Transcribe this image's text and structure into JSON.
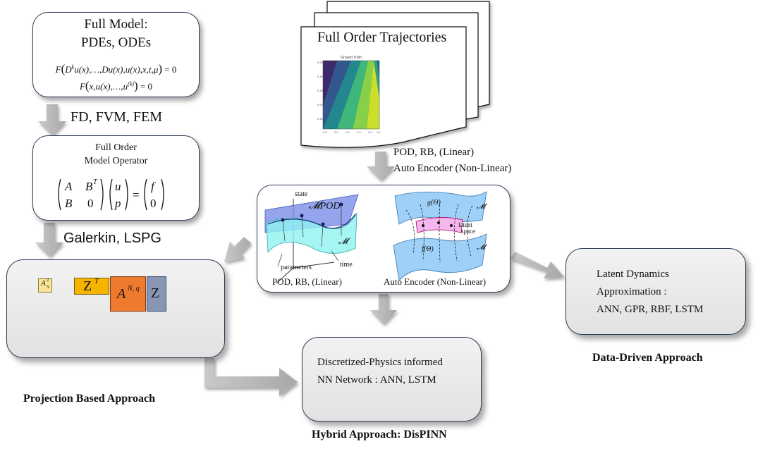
{
  "full_model": {
    "title": "Full Model:",
    "subtitle": "PDEs, ODEs",
    "eq1": "F ( D^k u(x),…, Du(x), u(x), x, t, μ ) = 0",
    "eq2": "F ( x, u(x),…, u^(k) ) = 0"
  },
  "arrow_labels": {
    "discretize": "FD, FVM, FEM",
    "projection": "Galerkin,  LSPG",
    "reduction_1": "POD, RB, (Linear)",
    "reduction_2": "Auto Encoder (Non-Linear)"
  },
  "fom_operator": {
    "title_1": "Full Order",
    "title_2": "Model Operator",
    "matrix": "[A  B^T; B  0] [u; p] = [f; 0]"
  },
  "trajectories": {
    "title": "Full Order Trajectories",
    "plot_title": "Ground Truth"
  },
  "manifold_panel": {
    "state": "state",
    "m_pod": "𝓜POD",
    "m": "𝓜",
    "parameters": "parameters",
    "time": "time",
    "left_caption": "POD, RB, (Linear)",
    "g_theta": "g(Θ)",
    "latent_space": "latent space",
    "f_theta": "f(Θ)",
    "right_caption": "Auto Encoder (Non-Linear)"
  },
  "projection_box": {
    "a_small": "A",
    "zt": "Z",
    "a_big": "A",
    "z": "Z"
  },
  "latent_box": {
    "line1": "Latent Dynamics",
    "line2": "Approximation :",
    "line3": "ANN, GPR, RBF, LSTM"
  },
  "hybrid_box": {
    "line1": "Discretized-Physics informed",
    "line2": "NN Network : ANN, LSTM"
  },
  "approach_labels": {
    "projection": "Projection Based Approach",
    "data_driven": "Data-Driven Approach",
    "hybrid": "Hybrid Approach: DisPINN"
  },
  "colors": {
    "border": "#2b3a55",
    "arrow_grey": "#bdbdbd",
    "zt_fill": "#f5b400",
    "a_big_fill": "#ee7a2d",
    "z_fill": "#8896b3",
    "a_small_fill": "#fbe59a"
  }
}
